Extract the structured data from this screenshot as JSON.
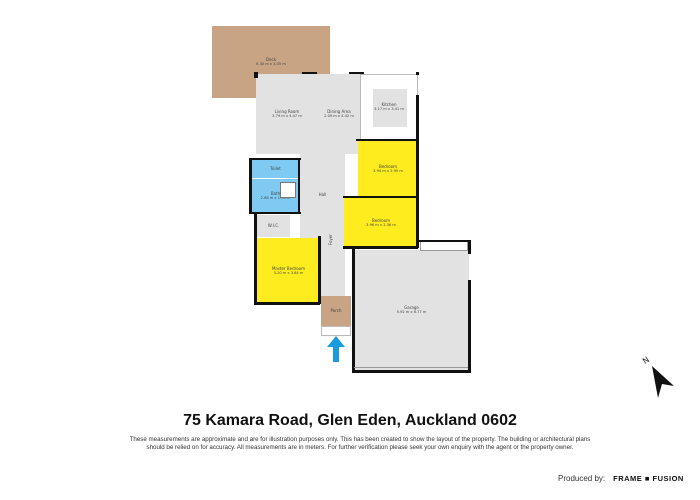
{
  "floorplan": {
    "rooms": [
      {
        "name": "Deck",
        "dims": "6.30 m x 3.05 m"
      },
      {
        "name": "Living Room",
        "dims": "3.79 m x 4.47 m"
      },
      {
        "name": "Dining Area",
        "dims": "2.09 m x 4.42 m"
      },
      {
        "name": "Kitchen",
        "dims": "3.17 m x 3.41 m"
      },
      {
        "name": "Toilet"
      },
      {
        "name": "Bath",
        "dims": "2.68 m x 1.76 m"
      },
      {
        "name": "Hall"
      },
      {
        "name": "Bedroom",
        "dims": "3.94 m x 2.99 m"
      },
      {
        "name": "Bedroom",
        "dims": "3.96 m x 2.36 m"
      },
      {
        "name": "W.I.C."
      },
      {
        "name": "Foyer"
      },
      {
        "name": "Master Bedroom",
        "dims": "3.20 m x 3.84 m"
      },
      {
        "name": "Porch"
      },
      {
        "name": "Garage",
        "dims": "5.92 m x 6.77 m"
      }
    ],
    "colors": {
      "wet_area": "#7fcaf2",
      "bedroom": "#ffec1f",
      "outdoor": "#c8a485",
      "interior": "#e2e2e2",
      "entry_arrow": "#1a9be0"
    },
    "compass": "N",
    "entry_icon": "arrow-up-icon"
  },
  "title": "75 Kamara Road, Glen Eden, Auckland 0602",
  "disclaimer": "These measurements are approximate and are for illustration purposes only. This has been created to show the layout of the property. The building or architectural plans should be relied on for accuracy. All measurements are in meters. For further verification please seek your own enquiry with the agent or the property owner.",
  "credit": {
    "label": "Produced by:",
    "brand": "FRAME ■ FUSION"
  }
}
